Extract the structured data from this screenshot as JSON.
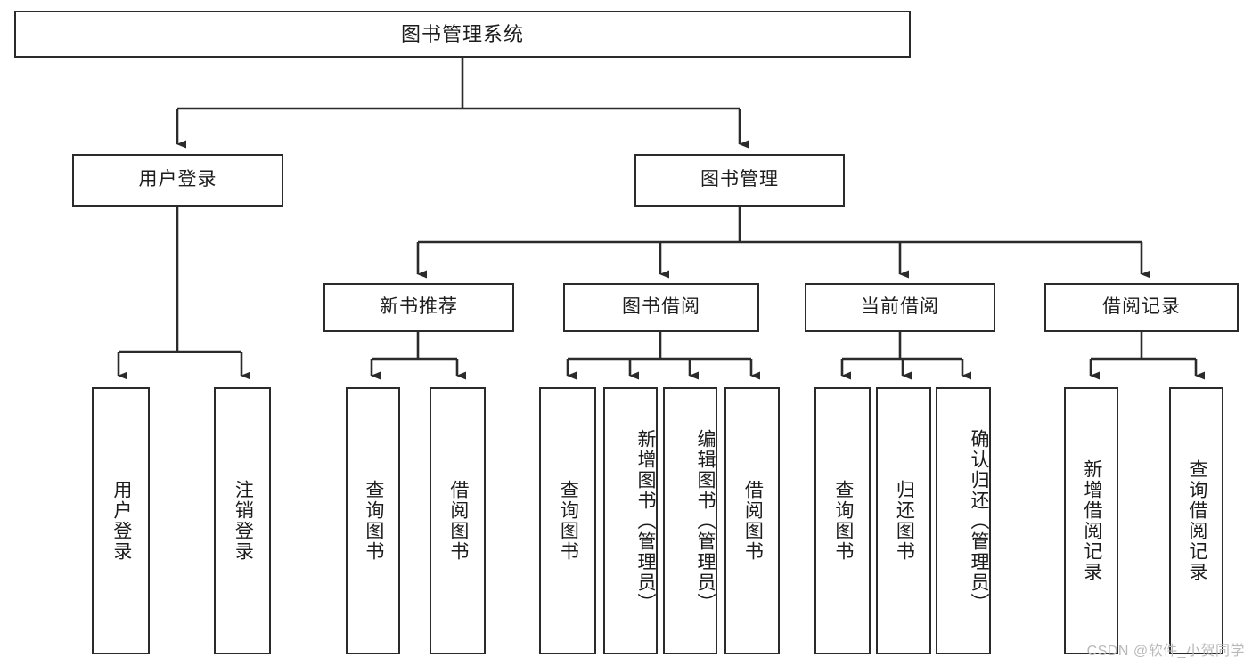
{
  "diagram": {
    "title": "图书管理系统",
    "type": "tree",
    "watermark": "CSDN @软件_小贺同学",
    "colors": {
      "box_border": "#2b2b2b",
      "box_fill": "#ffffff",
      "edge": "#2b2b2b",
      "text": "#1d1d1d",
      "watermark": "#b9b9b9",
      "background": "#ffffff"
    },
    "nodes": {
      "root": {
        "label": "图书管理系统"
      },
      "level2": [
        {
          "id": "user-login",
          "label": "用户登录"
        },
        {
          "id": "book-manage",
          "label": "图书管理"
        }
      ],
      "level3": [
        {
          "id": "new-book-recommend",
          "label": "新书推荐"
        },
        {
          "id": "book-borrow",
          "label": "图书借阅"
        },
        {
          "id": "current-borrow",
          "label": "当前借阅"
        },
        {
          "id": "borrow-record",
          "label": "借阅记录"
        }
      ],
      "leaves": [
        {
          "id": "leaf-user-login",
          "label": "用户登录",
          "parent": "user-login"
        },
        {
          "id": "leaf-logout-login",
          "label": "注销登录",
          "parent": "user-login"
        },
        {
          "id": "leaf-query-book-1",
          "label": "查询图书",
          "parent": "new-book-recommend"
        },
        {
          "id": "leaf-borrow-book-1",
          "label": "借阅图书",
          "parent": "new-book-recommend"
        },
        {
          "id": "leaf-query-book-2",
          "label": "查询图书",
          "parent": "book-borrow"
        },
        {
          "id": "leaf-add-book",
          "label": "新增图书（管理员）",
          "parent": "book-borrow"
        },
        {
          "id": "leaf-edit-book",
          "label": "编辑图书（管理员）",
          "parent": "book-borrow"
        },
        {
          "id": "leaf-borrow-book-2",
          "label": "借阅图书",
          "parent": "book-borrow"
        },
        {
          "id": "leaf-query-book-3",
          "label": "查询图书",
          "parent": "current-borrow"
        },
        {
          "id": "leaf-return-book",
          "label": "归还图书",
          "parent": "current-borrow"
        },
        {
          "id": "leaf-confirm-return",
          "label": "确认归还（管理员）",
          "parent": "current-borrow"
        },
        {
          "id": "leaf-add-record",
          "label": "新增借阅记录",
          "parent": "borrow-record"
        },
        {
          "id": "leaf-query-record",
          "label": "查询借阅记录",
          "parent": "borrow-record"
        }
      ]
    }
  }
}
